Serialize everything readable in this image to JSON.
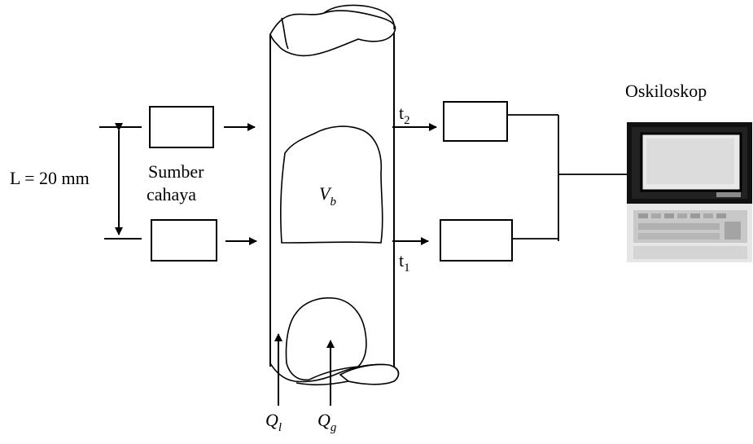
{
  "labels": {
    "oscilloscope": "Oskiloskop",
    "source_line1": "Sumber",
    "source_line2": "cahaya",
    "distance": "L = 20 mm",
    "bubble_volume_main": "V",
    "bubble_volume_sub": "b",
    "time_upper_main": "t",
    "time_upper_sub": "2",
    "time_lower_main": "t",
    "time_lower_sub": "1",
    "liquid_flow_main": "Q",
    "liquid_flow_sub": "l",
    "gas_flow_main": "Q",
    "gas_flow_sub": "g"
  },
  "icons": {
    "oscilloscope": "computer-monitor-icon"
  },
  "colors": {
    "line": "#000000",
    "monitor_frame": "#111111",
    "monitor_screen": "#e9e9e9",
    "keyboard": "#bdbdbd"
  }
}
